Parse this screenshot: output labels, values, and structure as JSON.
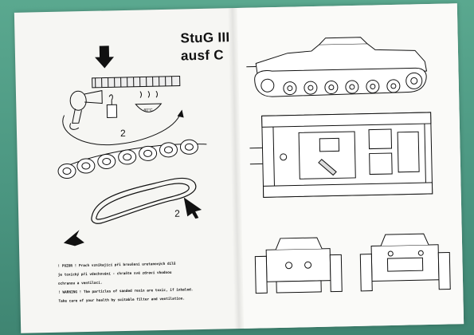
{
  "title": {
    "line1": "StuG III",
    "line2": "ausf C"
  },
  "warning": {
    "lines": [
      "! POZOR ! Prach vznikající při broušení uretanových dílů",
      "je toxický při vdechování - chraňte své zdraví vhodnou",
      "ochranou a ventilací.",
      "! WARNING ! The particles of sanded resin are toxic, if inhaled.",
      "Take care of your health by suitable filter and ventilation."
    ]
  },
  "step_labels": {
    "step_a": "2",
    "step_b": "2"
  }
}
